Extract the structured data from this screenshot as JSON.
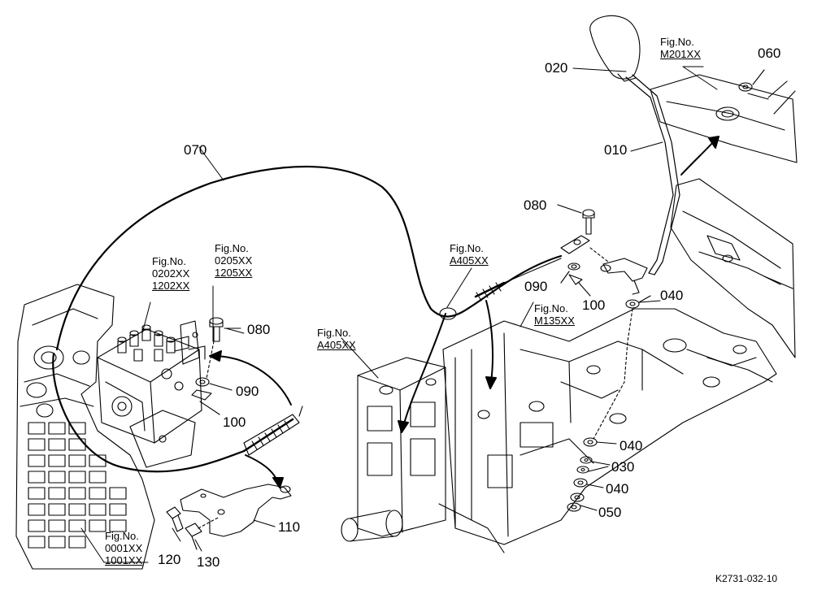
{
  "parts": {
    "p010": "010",
    "p020": "020",
    "p030": "030",
    "p040a": "040",
    "p040b": "040",
    "p040c": "040",
    "p050": "050",
    "p060": "060",
    "p070": "070",
    "p080a": "080",
    "p080b": "080",
    "p090a": "090",
    "p090b": "090",
    "p100a": "100",
    "p100b": "100",
    "p110": "110",
    "p120": "120",
    "p130": "130"
  },
  "figrefs": {
    "m201": {
      "label": "Fig.No.",
      "code1": "M201XX"
    },
    "f0202": {
      "label": "Fig.No.",
      "code1": "0202XX",
      "code2": "1202XX"
    },
    "f0205": {
      "label": "Fig.No.",
      "code1": "0205XX",
      "code2": "1205XX"
    },
    "a405top": {
      "label": "Fig.No.",
      "code1": "A405XX"
    },
    "a405left": {
      "label": "Fig.No.",
      "code1": "A405XX"
    },
    "m135": {
      "label": "Fig.No.",
      "code1": "M135XX"
    },
    "f0001": {
      "label": "Fig.No.",
      "code1": "0001XX",
      "code2": "1001XX"
    }
  },
  "drawing_code": "K2731-032-10"
}
